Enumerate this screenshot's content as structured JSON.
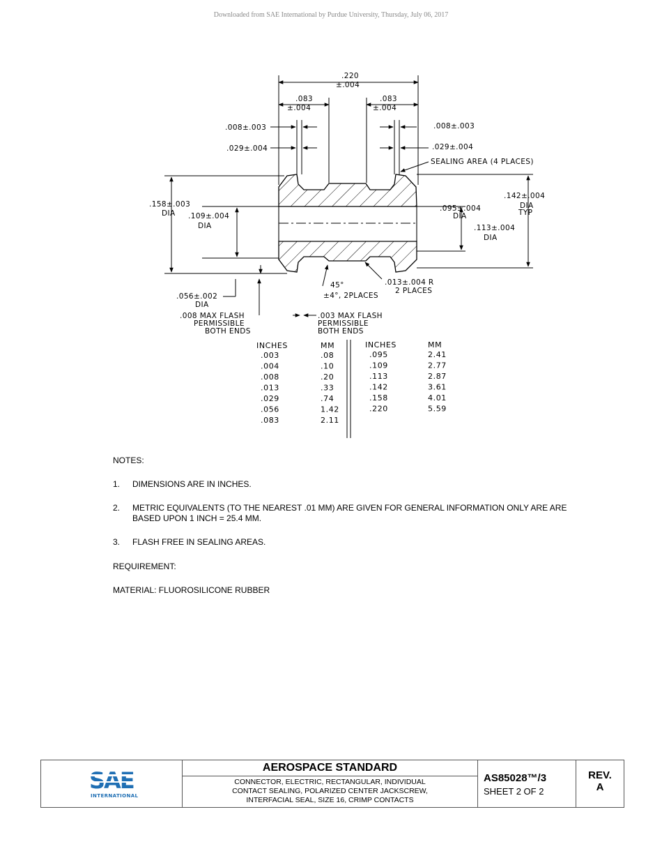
{
  "watermark": "Downloaded from SAE International by Purdue University, Thursday, July 06, 2017",
  "drawing": {
    "dim_overall_1": ".220",
    "dim_overall_2": "±.004",
    "dim_083_left_1": ".083",
    "dim_083_left_2": "±.004",
    "dim_083_right_1": ".083",
    "dim_083_right_2": "±.004",
    "dim_008_left": ".008±.003",
    "dim_008_right": ".008±.003",
    "dim_029_left": ".029±.004",
    "dim_029_right": ".029±.004",
    "sealing_area": "SEALING AREA (4 PLACES)",
    "dim_158_1": ".158±.003",
    "dim_158_2": "DIA",
    "dim_109_1": ".109±.004",
    "dim_109_2": "DIA",
    "dim_142_1": ".142±.004",
    "dim_142_2": "DIA",
    "dim_142_3": "TYP",
    "dim_095_1": ".095±.004",
    "dim_095_2": "DIA",
    "dim_113_1": ".113±.004",
    "dim_113_2": "DIA",
    "angle_1": "45°",
    "angle_2": "±4°, 2PLACES",
    "radius_1": ".013±.004 R",
    "radius_2": "2 PLACES",
    "dim_056_1": ".056±.002",
    "dim_056_2": "DIA",
    "flash_left_1": ".008 MAX FLASH",
    "flash_left_2": "PERMISSIBLE",
    "flash_left_3": "BOTH ENDS",
    "flash_right_1": ".003 MAX FLASH",
    "flash_right_2": "PERMISSIBLE",
    "flash_right_3": "BOTH ENDS"
  },
  "conversion_table": {
    "left": {
      "header_in": "INCHES",
      "header_mm": "MM",
      "rows": [
        {
          "in": ".003",
          "mm": ".08"
        },
        {
          "in": ".004",
          "mm": ".10"
        },
        {
          "in": ".008",
          "mm": ".20"
        },
        {
          "in": ".013",
          "mm": ".33"
        },
        {
          "in": ".029",
          "mm": ".74"
        },
        {
          "in": ".056",
          "mm": "1.42"
        },
        {
          "in": ".083",
          "mm": "2.11"
        }
      ]
    },
    "right": {
      "header_in": "INCHES",
      "header_mm": "MM",
      "rows": [
        {
          "in": ".095",
          "mm": "2.41"
        },
        {
          "in": ".109",
          "mm": "2.77"
        },
        {
          "in": ".113",
          "mm": "2.87"
        },
        {
          "in": ".142",
          "mm": "3.61"
        },
        {
          "in": ".158",
          "mm": "4.01"
        },
        {
          "in": ".220",
          "mm": "5.59"
        }
      ]
    }
  },
  "notes": {
    "heading": "NOTES:",
    "items": [
      {
        "num": "1.",
        "text": "DIMENSIONS ARE IN INCHES."
      },
      {
        "num": "2.",
        "text": "METRIC EQUIVALENTS (TO THE NEAREST .01 MM) ARE GIVEN FOR GENERAL INFORMATION ONLY ARE ARE BASED UPON 1 INCH = 25.4 MM."
      },
      {
        "num": "3.",
        "text": "FLASH FREE IN SEALING AREAS."
      }
    ],
    "requirement": "REQUIREMENT:",
    "material": "MATERIAL:  FLUOROSILICONE RUBBER"
  },
  "title_block": {
    "logo_text": "SAE",
    "logo_sub": "INTERNATIONAL",
    "standard_title": "AEROSPACE STANDARD",
    "description_1": "CONNECTOR, ELECTRIC, RECTANGULAR, INDIVIDUAL",
    "description_2": "CONTACT SEALING, POLARIZED CENTER JACKSCREW,",
    "description_3": "INTERFACIAL SEAL, SIZE 16, CRIMP CONTACTS",
    "doc_number": "AS85028™/3",
    "sheet": "SHEET 2 OF 2",
    "rev_label": "REV.",
    "rev_value": "A"
  },
  "colors": {
    "logo_blue": "#1f6fb4",
    "logo_light": "#4fa3dc"
  }
}
